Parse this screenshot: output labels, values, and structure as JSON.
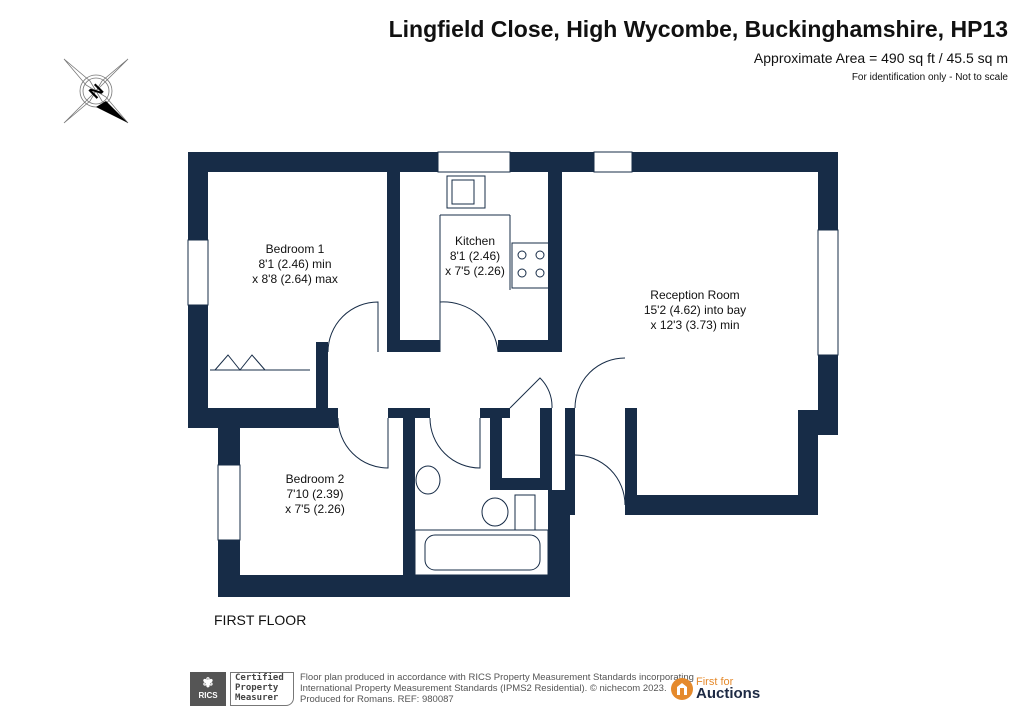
{
  "header": {
    "title": "Lingfield Close, High Wycombe, Buckinghamshire, HP13",
    "area": "Approximate Area = 490 sq ft / 45.5 sq m",
    "note": "For identification only - Not to scale"
  },
  "compass": {
    "label": "N"
  },
  "rooms": [
    {
      "name": "Bedroom 1",
      "l1": "8'1 (2.46) min",
      "l2": "x 8'8 (2.64) max"
    },
    {
      "name": "Kitchen",
      "l1": "8'1 (2.46)",
      "l2": "x 7'5 (2.26)"
    },
    {
      "name": "Reception Room",
      "l1": "15'2 (4.62) into bay",
      "l2": "x 12'3 (3.73) min"
    },
    {
      "name": "Bedroom 2",
      "l1": "7'10 (2.39)",
      "l2": "x 7'5 (2.26)"
    }
  ],
  "floor_label": "FIRST FLOOR",
  "footer": {
    "rics_logo": "RICS",
    "cert": [
      "Certified",
      "Property",
      "Measurer"
    ],
    "legal": [
      "Floor plan produced in accordance with RICS Property Measurement Standards incorporating",
      "International Property Measurement Standards (IPMS2 Residential).   © nichecom 2023.",
      "Produced for Romans.   REF: 980087"
    ],
    "brand_line1": "First for",
    "brand_line2": "Auctions"
  },
  "colors": {
    "wall": "#172c47",
    "accent": "#e58a2c"
  }
}
